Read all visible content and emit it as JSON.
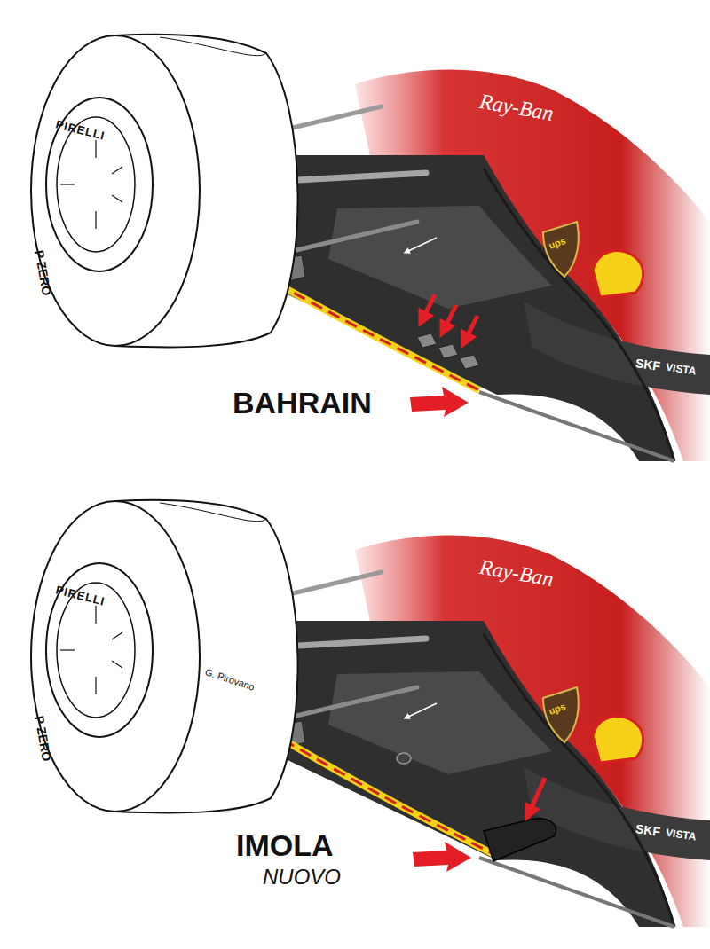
{
  "diagram": {
    "labels": [
      "PIRELLI",
      "P ZERO",
      "Ray-Ban",
      "ups",
      "SKF",
      "VISTA",
      "BAHRAIN",
      "PIRELLI",
      "P ZERO",
      "G. Pirovano",
      "Ray-Ban",
      "ups",
      "SKF",
      "VISTA",
      "IMOLA",
      "NUOVO"
    ]
  }
}
